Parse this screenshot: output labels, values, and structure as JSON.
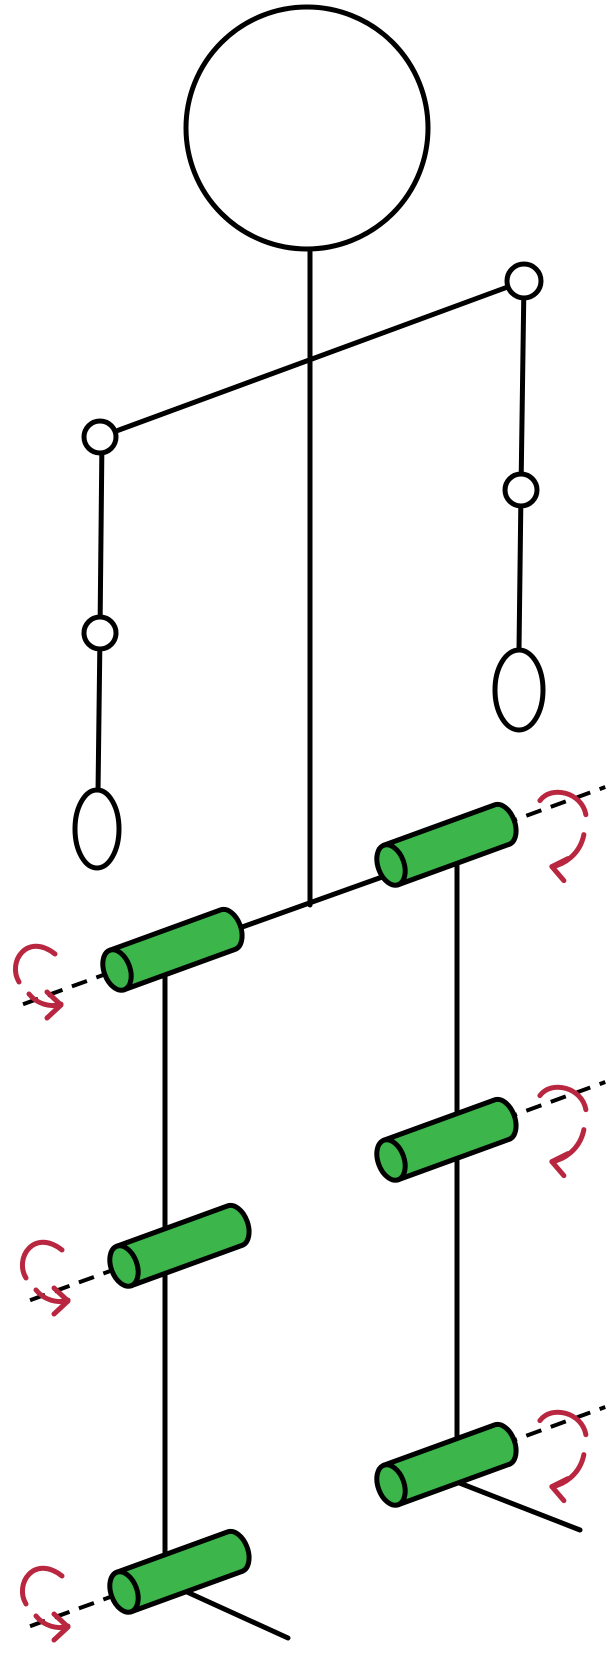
{
  "figure": {
    "colors": {
      "line": "#000000",
      "joint_fill": "#ffffff",
      "actuator_fill": "#3cb54a",
      "rotation_arrow": "#b8263f",
      "background": "#ffffff"
    },
    "icons": [
      "head-circle",
      "arm-joint-circle",
      "hand-ellipse",
      "actuator-cylinder",
      "rotation-arrow",
      "rotation-axis-dashed"
    ],
    "actuators": [
      {
        "name": "left-hip"
      },
      {
        "name": "left-knee"
      },
      {
        "name": "left-ankle"
      },
      {
        "name": "right-hip"
      },
      {
        "name": "right-knee"
      },
      {
        "name": "right-ankle"
      }
    ]
  }
}
